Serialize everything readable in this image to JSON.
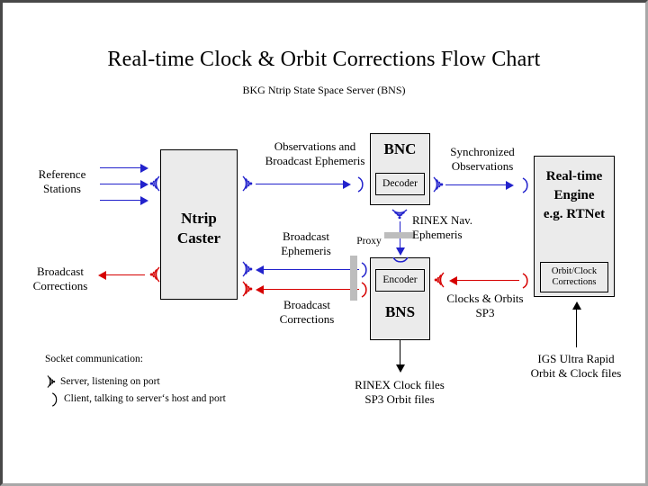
{
  "page": {
    "title": "Real-time Clock & Orbit Corrections Flow Chart",
    "subtitle": "BKG Ntrip State Space Server  (BNS)"
  },
  "colors": {
    "blue": "#2222cc",
    "red": "#d60000",
    "box_fill": "#ebebeb",
    "box_border": "#000000",
    "proxy_gray": "#bdbdbd",
    "frame_dark": "#484848",
    "frame_light": "#a8a8a8"
  },
  "nodes": {
    "ntrip_caster": {
      "label_line1": "Ntrip",
      "label_line2": "Caster"
    },
    "bnc": {
      "label": "BNC",
      "sub_label": "Decoder"
    },
    "bns": {
      "label": "BNS",
      "sub_label": "Encoder"
    },
    "rt_engine": {
      "label_line1": "Real-time",
      "label_line2": "Engine",
      "label_line3": "e.g. RTNet",
      "sub_label_line1": "Orbit/Clock",
      "sub_label_line2": "Corrections"
    }
  },
  "labels": {
    "reference_stations_l1": "Reference",
    "reference_stations_l2": "Stations",
    "broadcast_corrections_left_l1": "Broadcast",
    "broadcast_corrections_left_l2": "Corrections",
    "observations_l1": "Observations and",
    "observations_l2": "Broadcast Ephemeris",
    "synchronized_l1": "Synchronized",
    "synchronized_l2": "Observations",
    "rinex_nav_l1": "RINEX Nav.",
    "rinex_nav_l2": "Ephemeris",
    "broadcast_ephemeris_l1": "Broadcast",
    "broadcast_ephemeris_l2": "Ephemeris",
    "proxy": "Proxy",
    "broadcast_corrections_mid_l1": "Broadcast",
    "broadcast_corrections_mid_l2": "Corrections",
    "clocks_orbits_l1": "Clocks & Orbits",
    "clocks_orbits_l2": "SP3",
    "rinex_files_l1": "RINEX Clock files",
    "rinex_files_l2": "SP3 Orbit files",
    "igs_l1": "IGS Ultra Rapid",
    "igs_l2": "Orbit & Clock files"
  },
  "legend": {
    "heading": "Socket communication:",
    "server_icon": "server-socket-icon",
    "server_text": "Server, listening on port",
    "client_icon": "client-socket-icon",
    "client_text": "Client, talking to server‘s host and port"
  }
}
